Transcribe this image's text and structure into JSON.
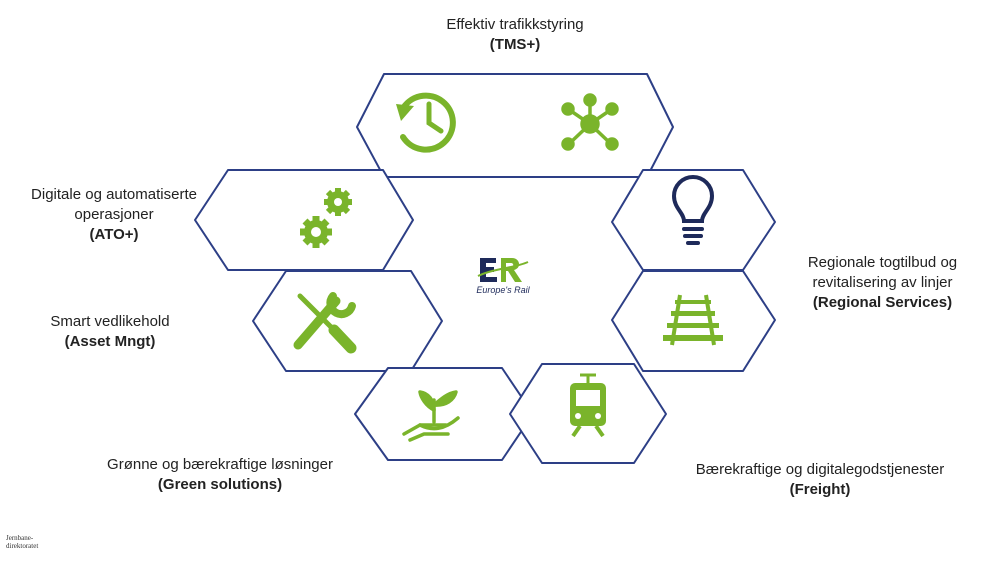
{
  "colors": {
    "hex_stroke": "#2d3f86",
    "icon_green": "#7ab42b",
    "icon_navy": "#1e2a5a"
  },
  "topics": {
    "tms": {
      "title": "Effektiv trafikkstyring",
      "short": "(TMS+)",
      "icons": [
        "history-clock-icon",
        "network-hub-icon"
      ]
    },
    "ato": {
      "title_line1": "Digitale og automatiserte",
      "title_line2": "operasjoner",
      "short": "(ATO+)",
      "icon": "gears-icon"
    },
    "asset": {
      "title": "Smart vedlikehold",
      "short": "(Asset Mngt)",
      "icon": "wrench-screwdriver-icon"
    },
    "regional": {
      "title_line1": "Regionale togtilbud og",
      "title_line2": "revitalisering av linjer",
      "short": "(Regional Services)",
      "icons": [
        "lightbulb-icon",
        "railway-track-icon"
      ]
    },
    "green": {
      "title": "Grønne og bærekraftige løsninger",
      "short": "(Green solutions)",
      "icon": "hand-sprout-icon"
    },
    "freight": {
      "title": "Bærekraftige og digitalegodstjenester",
      "short": "(Freight)",
      "icon": "tram-icon"
    }
  },
  "center_logo": {
    "mark": "ER",
    "name": "Europe's Rail"
  },
  "footer": {
    "line1": "Jernbane-",
    "line2": "direktoratet"
  }
}
